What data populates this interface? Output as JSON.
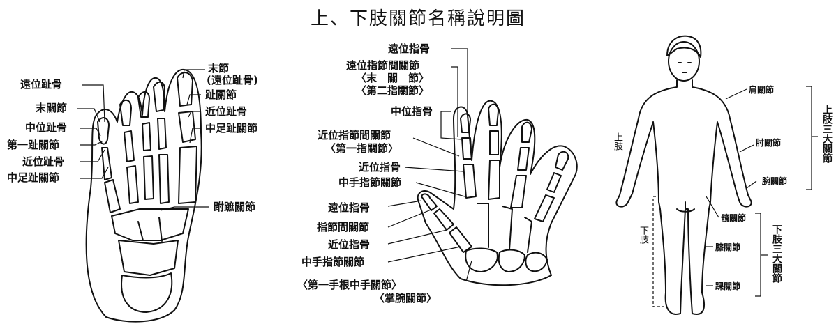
{
  "title": "上、下肢關節名稱說明圖",
  "foot": {
    "left_labels": [
      "遠位趾骨",
      "末關節",
      "中位趾骨",
      "第一趾關節",
      "近位趾骨",
      "中足趾關節"
    ],
    "right_labels": [
      "末節",
      "(遠位趾骨)",
      "趾關節",
      "近位趾骨",
      "中足趾關節",
      "跗蹠關節"
    ]
  },
  "hand": {
    "top_labels": [
      "遠位指骨",
      "遠位指節間關節",
      "〈末　關　節〉",
      "〈第二指關節〉",
      "中位指骨"
    ],
    "mid_labels": [
      "近位指節間關節",
      "〈第一指關節〉",
      "近位指骨",
      "中手指節關節"
    ],
    "thumb_labels": [
      "遠位指骨",
      "指節間關節",
      "近位指骨",
      "中手指節關節"
    ],
    "bottom_labels": [
      "〈第一手根中手關節〉",
      "〈掌腕關節〉"
    ]
  },
  "body": {
    "upper_joints": [
      "肩關節",
      "肘關節",
      "腕關節"
    ],
    "lower_joints": [
      "髖關節",
      "膝關節",
      "踝關節"
    ],
    "upper_limb": "上肢",
    "lower_limb": "下肢",
    "upper_group": "上肢三大關節",
    "lower_group": "下肢三大關節"
  }
}
